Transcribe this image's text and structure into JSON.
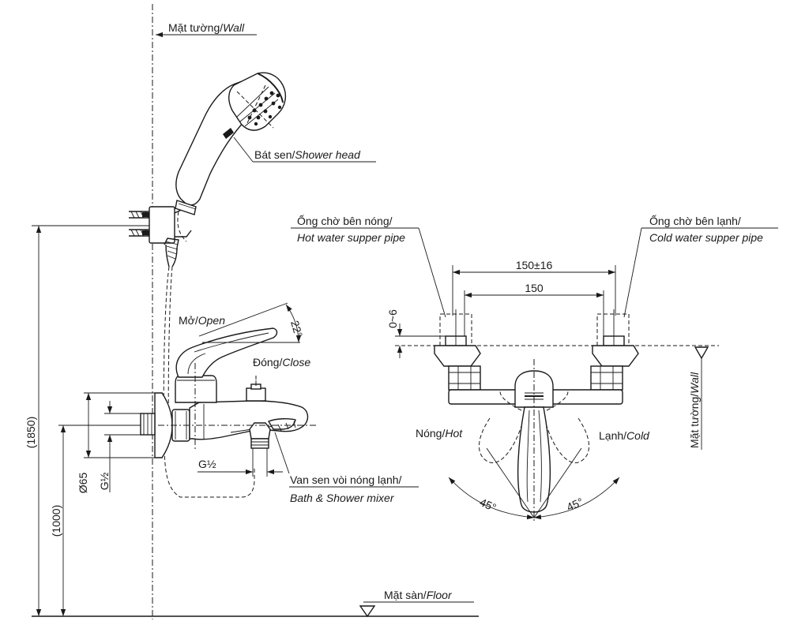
{
  "labels": {
    "wall_top": {
      "vi": "Mặt tường/",
      "en": "Wall"
    },
    "shower_head": {
      "vi": "Bát sen/",
      "en": "Shower head"
    },
    "open": {
      "vi": "Mở/",
      "en": "Open"
    },
    "close": {
      "vi": "Đóng/",
      "en": "Close"
    },
    "angle_22": "22°",
    "g_half_bottom": "G½",
    "mixer": {
      "vi": "Van sen vòi nóng lạnh/",
      "en": "Bath & Shower mixer"
    },
    "floor": {
      "vi": "Mặt sàn/",
      "en": "Floor"
    },
    "hot_pipe": {
      "vi": "Ống chờ bên nóng/",
      "en": "Hot water supper pipe"
    },
    "cold_pipe": {
      "vi": "Ống chờ bên lạnh/",
      "en": "Cold water supper pipe"
    },
    "dim_150_16": "150±16",
    "dim_150": "150",
    "dim_0_6": "0~6",
    "wall_right": {
      "vi": "Mặt tường/",
      "en": "Wall"
    },
    "hot": {
      "vi": "Nóng/",
      "en": "Hot"
    },
    "cold": {
      "vi": "Lạnh/",
      "en": "Cold"
    },
    "angle_45_left": "45°",
    "angle_45_right": "45°",
    "dim_1850": "(1850)",
    "dim_1000": "(1000)",
    "dim_65": "Ø65",
    "dim_g_half": "G½"
  }
}
